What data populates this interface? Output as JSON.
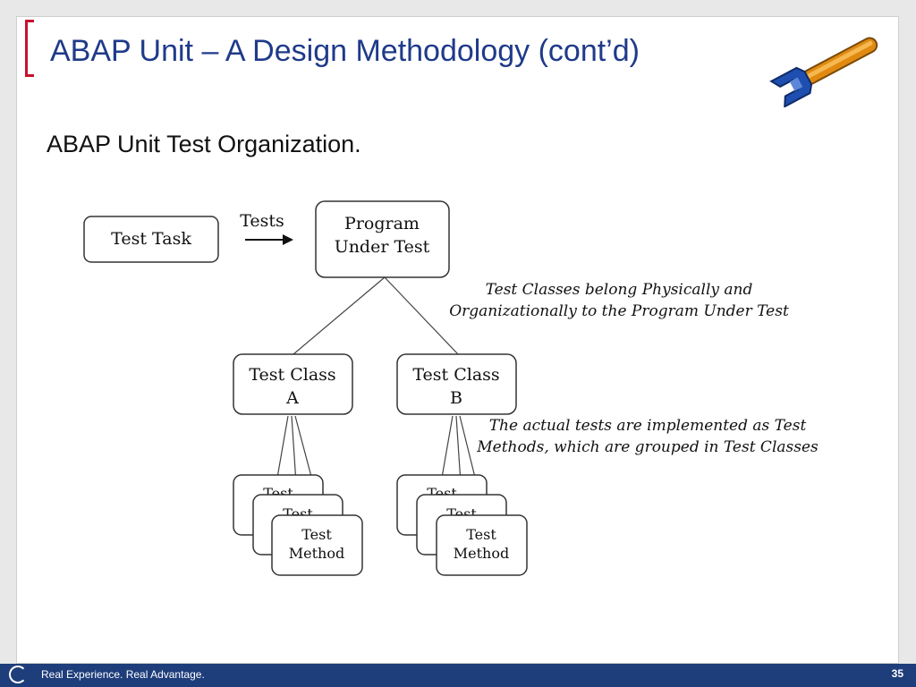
{
  "slide": {
    "title": "ABAP Unit – A Design Methodology (cont’d)",
    "subtitle": "ABAP Unit Test Organization.",
    "icon": "wrench-icon",
    "accent_color": "#c8102e",
    "title_color": "#1f3a8a"
  },
  "diagram": {
    "test_task": "Test Task",
    "tests_arrow_label": "Tests",
    "program_under_test": [
      "Program",
      "Under Test"
    ],
    "test_class_a": [
      "Test Class",
      "A"
    ],
    "test_class_b": [
      "Test Class",
      "B"
    ],
    "test_method": [
      "Test",
      "Method"
    ],
    "note_top": [
      "Test Classes belong Physically and",
      "Organizationally to the Program Under Test"
    ],
    "note_bottom": [
      "The actual tests are implemented as Test",
      "Methods, which are grouped in Test Classes"
    ]
  },
  "footer": {
    "tagline": "Real Experience. Real Advantage.",
    "page_number": "35",
    "bar_color": "#1e3d7b"
  }
}
